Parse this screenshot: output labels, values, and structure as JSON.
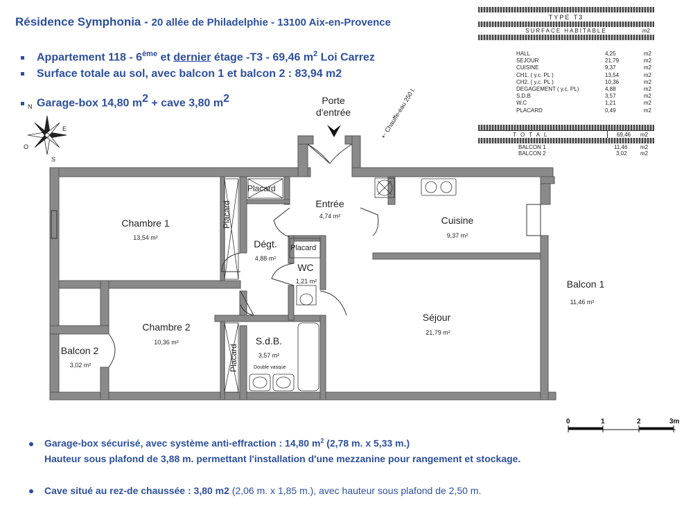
{
  "header": {
    "title": "Résidence Symphonia -",
    "address": "20 allée de Philadelphie - 13100 Aix-en-Provence"
  },
  "bullets": {
    "b1_pre": "Appartement 118 - 6",
    "b1_sup": "ème",
    "b1_mid": " et ",
    "b1_under": "dernier",
    "b1_post": " étage -T3 - 69,46 m",
    "b1_sup2": "2",
    "b1_end": " Loi Carrez",
    "b2": "Surface totale au sol, avec balcon 1 et balcon 2 : 83,94 m2",
    "b3_pre": "Garage-box 14,80 m",
    "b3_sup": "2",
    "b3_mid": " +  cave 3,80 m",
    "b3_sup2": "2"
  },
  "compass": {
    "n": "N",
    "e": "E",
    "s": "S",
    "o": "O"
  },
  "door": {
    "line1": "Porte",
    "line2": "d'entrée"
  },
  "water_heater": "Chauffe-eau 250 l.",
  "table": {
    "type": "TYPE T3",
    "surface_label": "SURFACE HABITABLE",
    "unit": "m2",
    "rows": [
      {
        "name": "HALL",
        "value": "4,25",
        "unit": "m2"
      },
      {
        "name": "SEJOUR",
        "value": "21,79",
        "unit": "m2"
      },
      {
        "name": "CUISINE",
        "value": "9,37",
        "unit": "m2"
      },
      {
        "name": "CH1. ( y.c. PL )",
        "value": "13,54",
        "unit": "m2"
      },
      {
        "name": "CH2. ( y.c. PL )",
        "value": "10,36",
        "unit": "m2"
      },
      {
        "name": "DEGAGEMENT ( y.c. PL)",
        "value": "4,88",
        "unit": "m2"
      },
      {
        "name": "S.D.B",
        "value": "3,57",
        "unit": "m2"
      },
      {
        "name": "W.C",
        "value": "1,21",
        "unit": "m2"
      },
      {
        "name": "PLACARD",
        "value": "0,49",
        "unit": "m2"
      }
    ],
    "total_label": "T O T A L",
    "total_value": "69,46",
    "total_unit": "m2",
    "balcon1_label": "BALCON 1",
    "balcon1_value": "11,46",
    "balcon1_unit": "m2",
    "balcon2_label": "BALCON 2",
    "balcon2_value": "3,02",
    "balcon2_unit": "m2"
  },
  "rooms": {
    "chambre1": "Chambre 1",
    "chambre1_area": "13,54 m²",
    "chambre2": "Chambre 2",
    "chambre2_area": "10,36 m²",
    "balcon2": "Balcon 2",
    "balcon2_area": "3,02 m²",
    "placard1": "Placard",
    "placard2": "Placard",
    "placard3": "Placard",
    "placard4": "Placard",
    "entree": "Entrée",
    "entree_area": "4,74 m²",
    "degt": "Dégt.",
    "degt_area": "4,88 m²",
    "wc": "WC",
    "wc_area": "1,21 m²",
    "sdb": "S.d.B.",
    "sdb_area": "3,57 m²",
    "vasque": "Double vasque",
    "cuisine": "Cuisine",
    "cuisine_area": "9,37 m²",
    "sejour": "Séjour",
    "sejour_area": "21,79 m²",
    "balcon1": "Balcon 1",
    "balcon1_area": "11,46 m²"
  },
  "scale": {
    "t0": "0",
    "t1": "1",
    "t2": "2",
    "t3": "3m"
  },
  "bottom": {
    "garage_line1": "Garage-box sécurisé, avec système anti-effraction : 14,80  m",
    "garage_sup": "2",
    "garage_dims": " (2,78 m. x  5,33 m.)",
    "garage_line2": "Hauteur sous plafond de 3,88 m. permettant l'installation d'une mezzanine pour rangement et stockage.",
    "cave_bold": "Cave  situé au rez-de chaussée : 3,80 m2",
    "cave_plain": "  (2,06 m. x 1,85 m.), avec hauteur sous plafond de 2,50 m."
  }
}
